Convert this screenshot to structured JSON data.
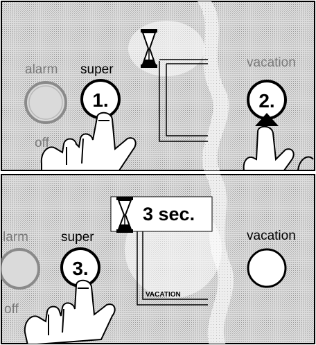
{
  "panel_top": {
    "labels": {
      "alarm": "alarm",
      "super": "super",
      "vacation": "vacation",
      "off": "off"
    },
    "steps": {
      "step_1": "1.",
      "step_2": "2."
    },
    "icons": [
      "hourglass-icon",
      "finger-press-icon"
    ]
  },
  "panel_bottom": {
    "labels": {
      "alarm": "larm",
      "super": "super",
      "vacation": "vacation",
      "off": "off",
      "window_label": "VACATION"
    },
    "timer_text": "3 sec.",
    "steps": {
      "step_3": "3."
    },
    "icons": [
      "hourglass-icon",
      "finger-press-icon"
    ]
  },
  "colors": {
    "panel_fill": "#d2d2d2",
    "panel_light": "#ececec",
    "ink": "#000000",
    "label_grey": "#777777"
  }
}
